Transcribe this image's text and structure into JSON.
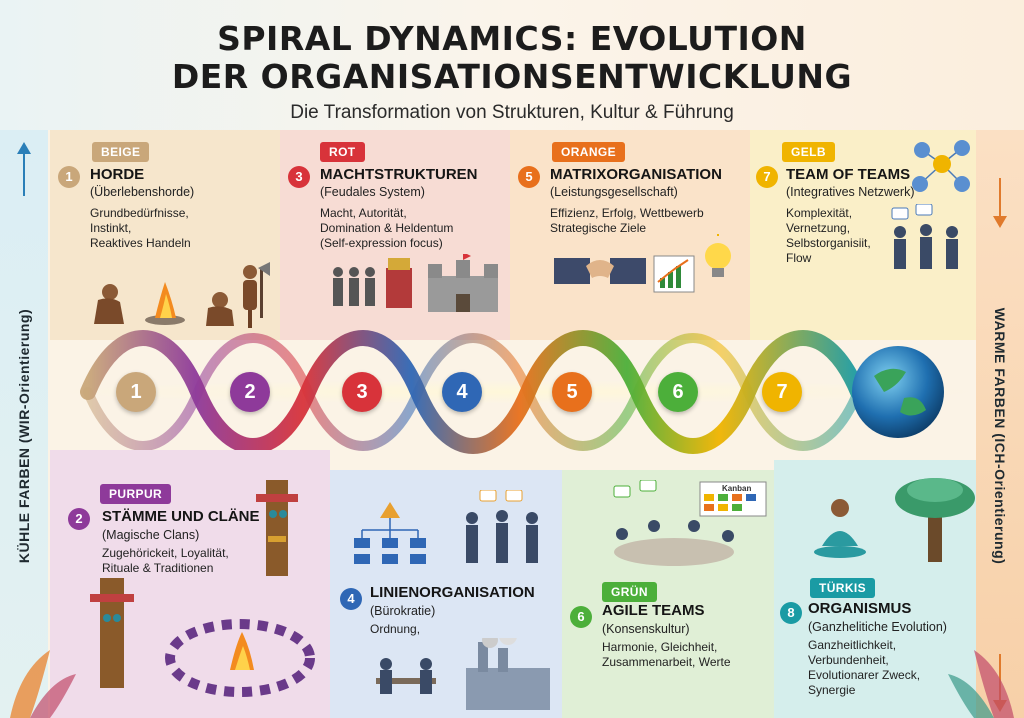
{
  "header": {
    "title_line1": "SPIRAL DYNAMICS: EVOLUTION",
    "title_line2": "DER ORGANISATIONSENTWICKLUNG",
    "subtitle": "Die Transformation von Strukturen, Kultur & Führung"
  },
  "side": {
    "left": "KÜHLE FARBEN (WIR-Orientierung)",
    "right": "WARME FARBEN (ICH-Orientierung)"
  },
  "colors": {
    "beige": "#c9a77a",
    "purpur": "#8e3a9a",
    "rot": "#d8333a",
    "blau": "#2f67b5",
    "orange": "#e8701c",
    "gruen": "#4caf3a",
    "gelb": "#f0b400",
    "turkis": "#1a9ba4",
    "accent_cool": "#2a7fb8",
    "accent_warm": "#e07a2c"
  },
  "stages": {
    "beige": {
      "badge": "BEIGE",
      "number": "1",
      "heading": "HORDE",
      "subheading": "(Überlebenshorde)",
      "desc": [
        "Grundbedürfnisse,",
        "Instinkt,",
        "Reaktives Handeln"
      ]
    },
    "purpur": {
      "badge": "PURPUR",
      "number": "2",
      "heading": "STÄMME UND CLÄNE",
      "subheading": "(Magische Clans)",
      "desc": [
        "Zugehörickeit, Loyalität,",
        "Rituale & Traditionen"
      ]
    },
    "rot": {
      "badge": "ROT",
      "number": "3",
      "heading": "MACHTSTRUKTUREN",
      "subheading": "(Feudales System)",
      "desc": [
        "Macht, Autorität,",
        "Domination & Heldentum",
        "(Self-expression focus)"
      ]
    },
    "blau": {
      "number": "4",
      "heading": "LINIENORGANISATION",
      "subheading": "(Bürokratie)",
      "desc": [
        "Ordnung,"
      ]
    },
    "orange": {
      "badge": "ORANGE",
      "number": "5",
      "heading": "MATRIXORGANISATION",
      "subheading": "(Leistungsgesellschaft)",
      "desc": [
        "Effizienz, Erfolg, Wettbewerb",
        "Strategische Ziele"
      ]
    },
    "gruen": {
      "badge": "GRÜN",
      "number": "6",
      "heading": "AGILE TEAMS",
      "subheading": "(Konsenskultur)",
      "desc": [
        "Harmonie, Gleichheit,",
        "Zusammenarbeit, Werte"
      ]
    },
    "gelb": {
      "badge": "GELB",
      "number": "7",
      "heading": "TEAM OF TEAMS",
      "subheading": "(Integratives Netzwerk)",
      "desc": [
        "Komplexität,",
        "Vernetzung,",
        "Selbstorganisiit,",
        "Flow"
      ]
    },
    "turkis": {
      "badge": "TÜRKIS",
      "number": "8",
      "heading": "ORGANISMUS",
      "subheading": "(Ganzhelitiche Evolution)",
      "desc": [
        "Ganzheitlichkeit,",
        "Verbundenheit,",
        "Evolutionarer Zweck,",
        "Synergie"
      ]
    }
  },
  "spiral_numbers": [
    "1",
    "2",
    "3",
    "4",
    "5",
    "6",
    "7"
  ],
  "kanban_label": "Kanban"
}
